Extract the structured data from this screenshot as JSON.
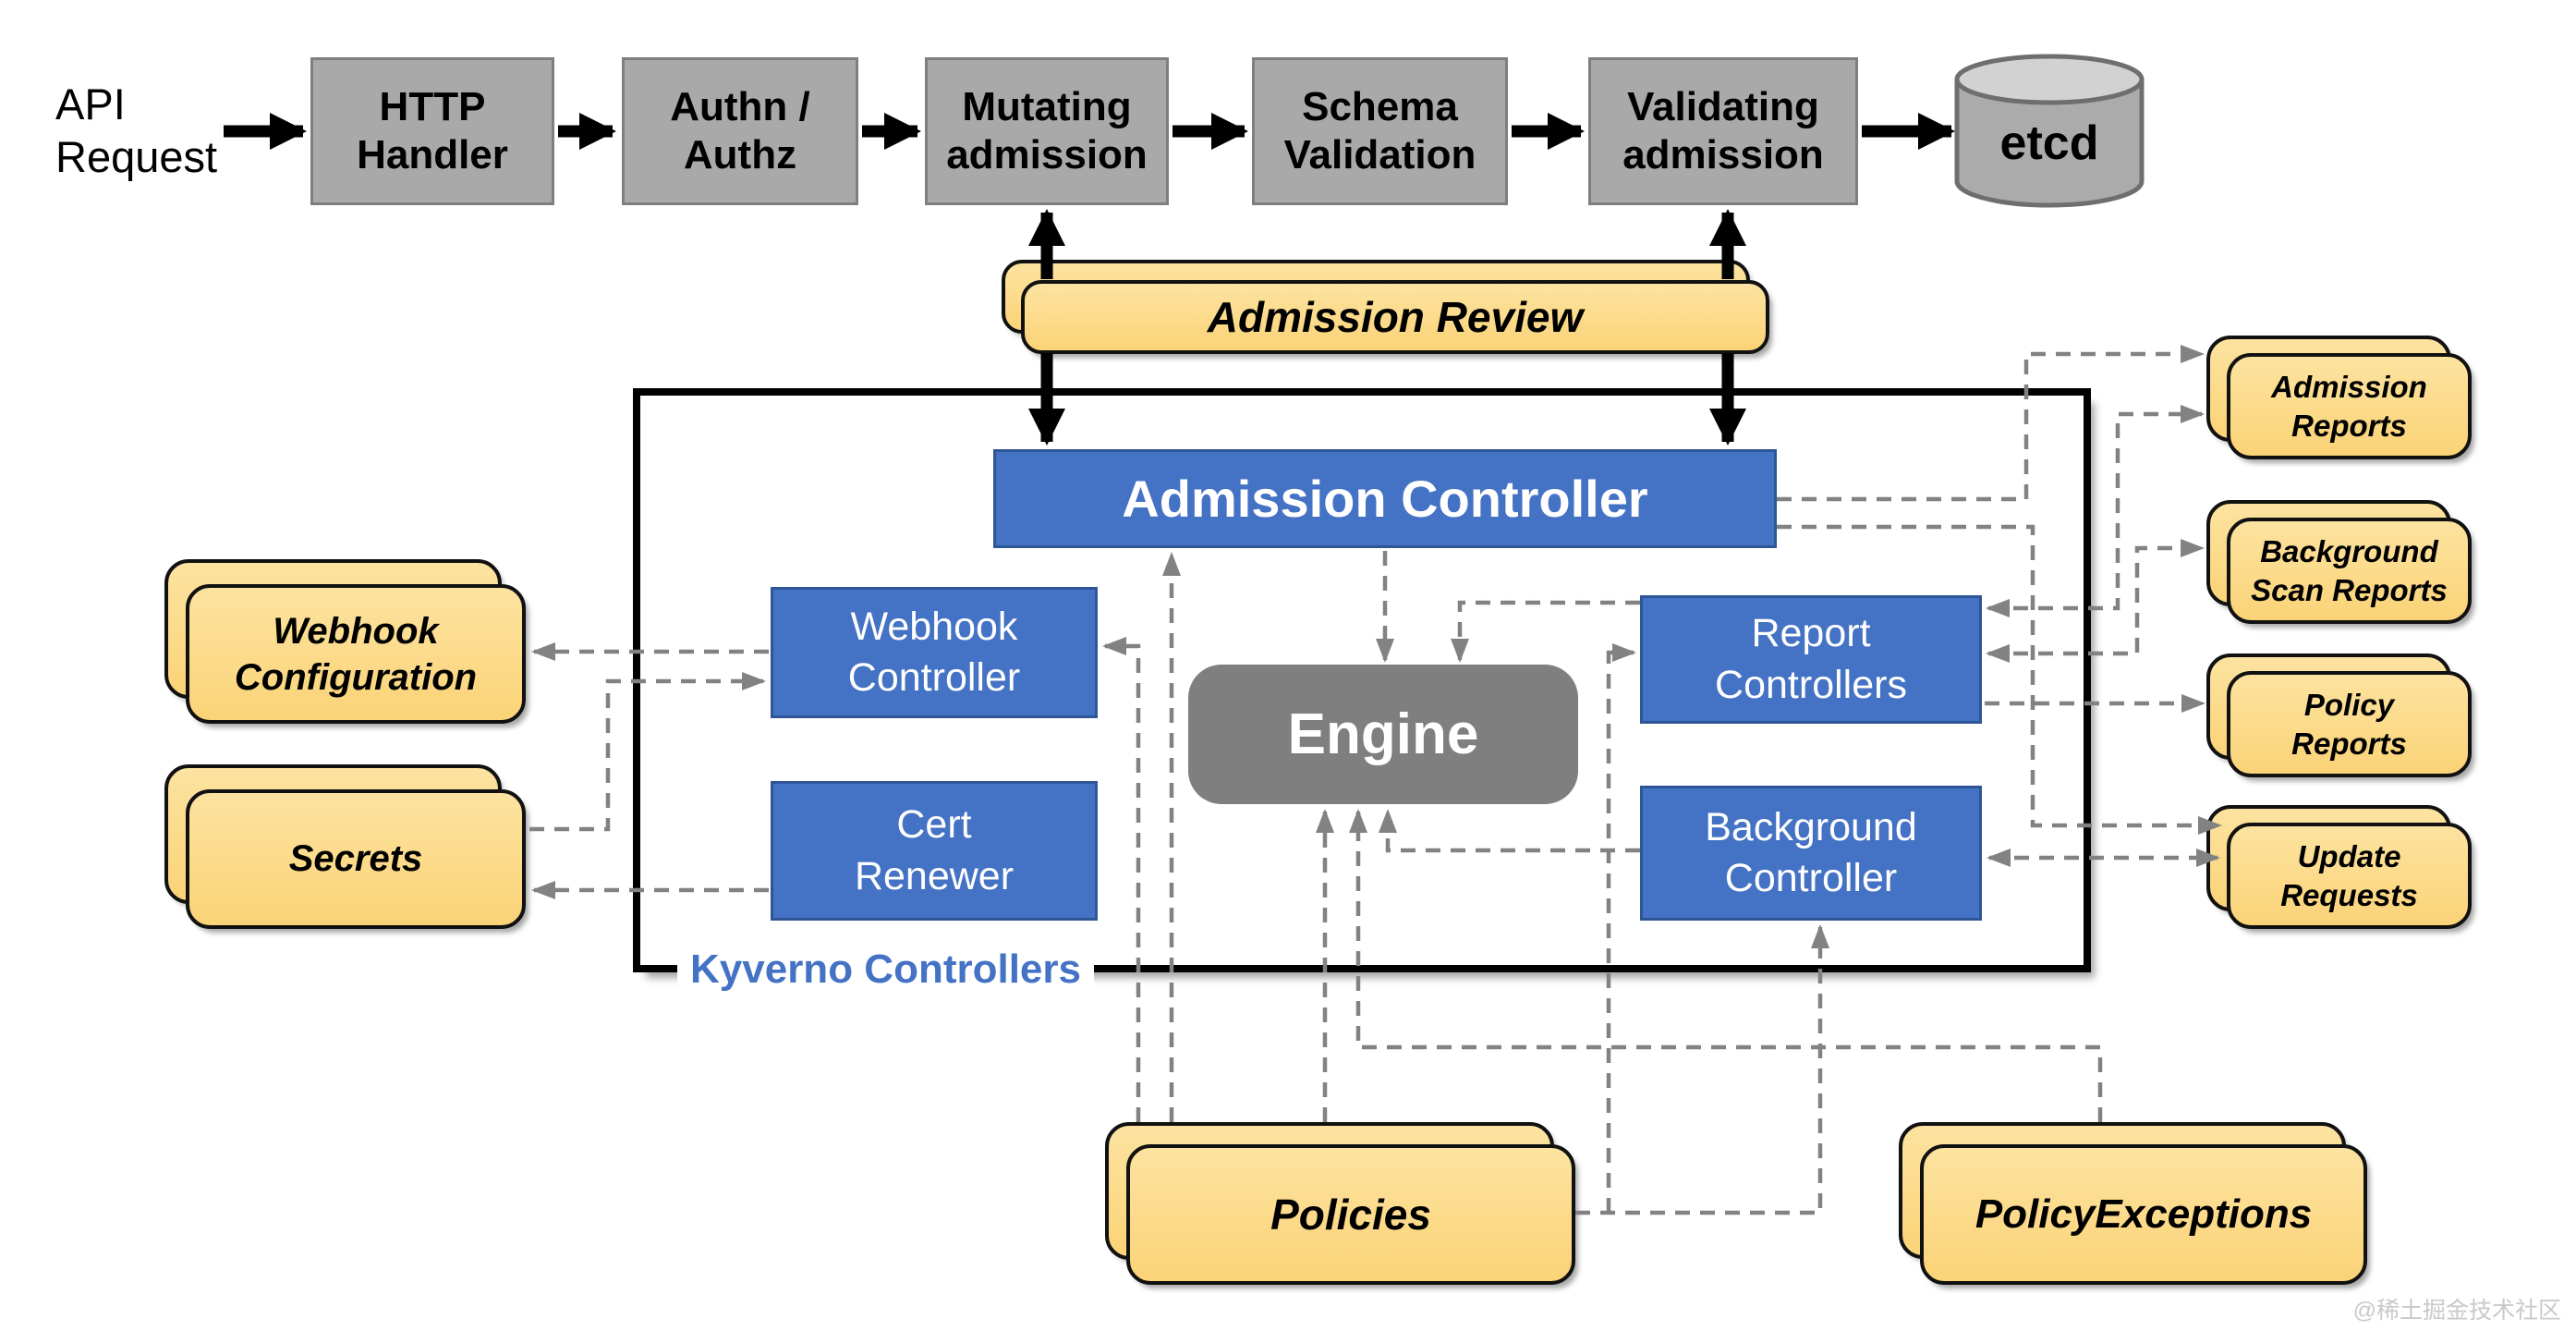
{
  "colors": {
    "pipeline_box_fill": "#A9A9A9",
    "pipeline_box_border": "#7F7F7F",
    "controller_blue": "#4472C4",
    "engine_gray": "#7F7F7F",
    "card_yellow_top": "#FCE3A0",
    "card_yellow_bottom": "#FBD377",
    "dashed_connector_gray": "#828282",
    "solid_connector_black": "#000000",
    "kyverno_label_blue": "#4472C4"
  },
  "pipeline": {
    "source_label": "API\nRequest",
    "steps": [
      {
        "label": "HTTP\nHandler"
      },
      {
        "label": "Authn /\nAuthz"
      },
      {
        "label": "Mutating\nadmission"
      },
      {
        "label": "Schema\nValidation"
      },
      {
        "label": "Validating\nadmission"
      }
    ],
    "datastore_label": "etcd"
  },
  "admission_review": {
    "label": "Admission Review"
  },
  "kyverno_container": {
    "label": "Kyverno Controllers"
  },
  "controllers": {
    "admission": {
      "label": "Admission Controller"
    },
    "webhook": {
      "label": "Webhook\nController"
    },
    "cert": {
      "label": "Cert\nRenewer"
    },
    "engine": {
      "label": "Engine"
    },
    "report": {
      "label": "Report\nControllers"
    },
    "background": {
      "label": "Background\nController"
    }
  },
  "resources": {
    "webhook_configuration": {
      "label": "Webhook\nConfiguration"
    },
    "secrets": {
      "label": "Secrets"
    },
    "admission_reports": {
      "label": "Admission\nReports"
    },
    "background_scan_reports": {
      "label": "Background\nScan Reports"
    },
    "policy_reports": {
      "label": "Policy\nReports"
    },
    "update_requests": {
      "label": "Update\nRequests"
    },
    "policies": {
      "label": "Policies"
    },
    "policy_exceptions": {
      "label": "PolicyExceptions"
    }
  },
  "watermark": "@稀土掘金技术社区"
}
